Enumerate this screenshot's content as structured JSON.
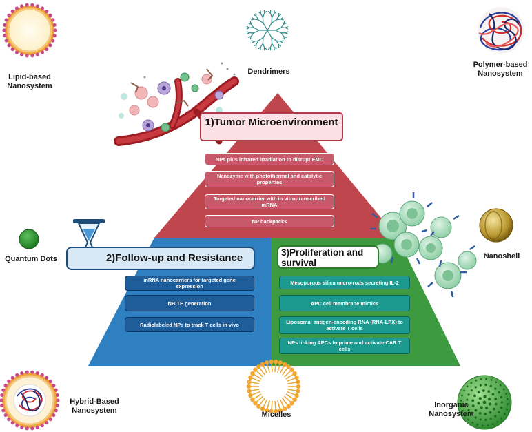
{
  "nanosystems": {
    "lipid": "Lipid-based Nanosystem",
    "dendrimers": "Dendrimers",
    "polymer": "Polymer-based Nanosystem",
    "quantum": "Quantum Dots",
    "nanoshell": "Nanoshell",
    "hybrid": "Hybrid-Based Nanosystem",
    "micelles": "Micelles",
    "inorganic": "Inorganic Nanosystem"
  },
  "sections": {
    "tumor": {
      "title": "1)Tumor Microenvironment",
      "items": [
        "NPs plus infrared irradiation to disrupt EMC",
        "Nanozyme with photothermal and catalytic properties",
        "Targeted nanocarrier with in vitro-transcribed mRNA",
        "NP backpacks"
      ]
    },
    "followup": {
      "title": "2)Follow-up and Resistance",
      "items": [
        "mRNA nanocarriers for targeted gene expression",
        "NBiTE generation",
        "Radiolabeled NPs to track T cells in vivo"
      ]
    },
    "proliferation": {
      "title": "3)Proliferation and survival",
      "items": [
        "Mesoporous silica micro-rods secreting IL-2",
        "APC cell membrane mimics",
        "Liposomal antigen-encoding RNA (RNA-LPX) to activate T cells",
        "NPs linking APCs to prime and activate CAR T cells"
      ]
    }
  },
  "colors": {
    "red": "#c0464e",
    "blue": "#2f80c0",
    "green": "#3e9a3e",
    "pink_box": "#fbe0e6",
    "blue_box": "#d8e8f5"
  },
  "icons": [
    "hourglass-icon",
    "lipid-nanoparticle-icon",
    "dendrimer-icon",
    "polymer-icon",
    "quantum-dot-icon",
    "nanoshell-icon",
    "hybrid-nanoparticle-icon",
    "micelle-icon",
    "inorganic-nanoparticle-icon",
    "tumor-vessel-illustration",
    "t-cell-cluster-illustration"
  ]
}
